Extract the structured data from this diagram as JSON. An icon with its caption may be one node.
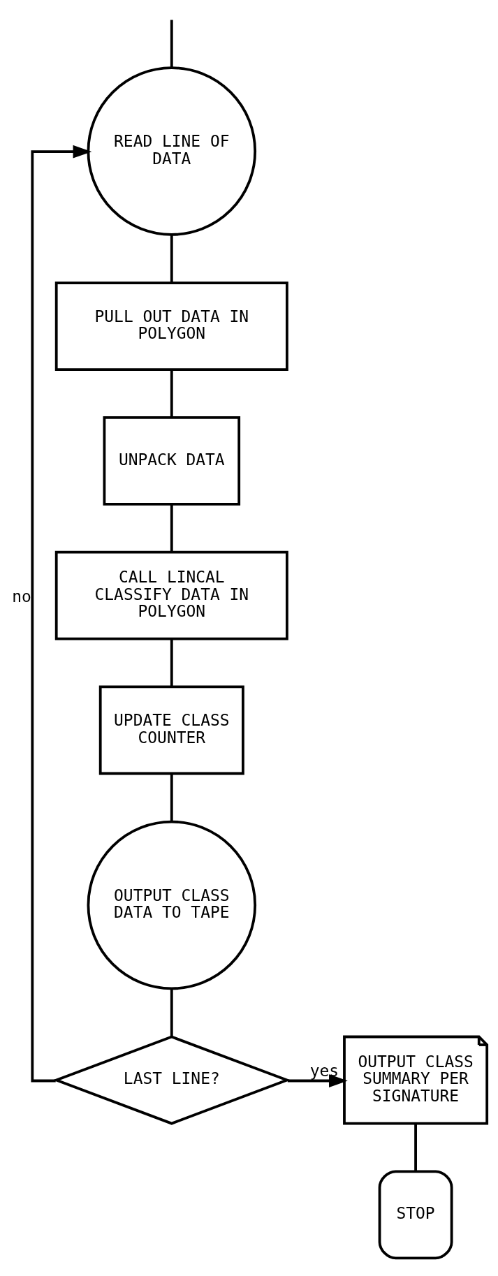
{
  "diagram": {
    "nodes": [
      {
        "text": [
          "READ LINE OF DATA"
        ]
      },
      {
        "text": [
          "PULL OUT DATA IN POLYGON"
        ]
      },
      {
        "text": [
          "UNPACK DATA"
        ]
      },
      {
        "text": [
          "CALL LINCAL CLASSIFY DATA IN POLYGON"
        ]
      },
      {
        "text": [
          "UPDATE CLASS COUNTER"
        ]
      },
      {
        "text": [
          "OUTPUT CLASS DATA TO TAPE"
        ]
      },
      {
        "text": [
          "LAST LINE?"
        ]
      },
      {
        "text": [
          "OUTPUT CLASS SUMMARY PER SIGNATURE"
        ]
      },
      {
        "text": [
          "STOP"
        ]
      }
    ],
    "edges": [
      {
        "from": null,
        "to": 0,
        "arrow": "none"
      },
      {
        "from": 0,
        "to": 1,
        "arrow": "none"
      },
      {
        "from": 1,
        "to": 2,
        "arrow": "none"
      },
      {
        "from": 2,
        "to": 3,
        "arrow": "none"
      },
      {
        "from": 3,
        "to": 4,
        "arrow": "none"
      },
      {
        "from": 4,
        "to": 5,
        "arrow": "none"
      },
      {
        "from": 5,
        "to": 6,
        "arrow": "none"
      },
      {
        "from": 6,
        "to": 0,
        "arrow": "to",
        "label": "no"
      },
      {
        "from": 6,
        "to": 7,
        "arrow": "to",
        "label": "yes"
      },
      {
        "from": 7,
        "to": 8,
        "arrow": "none"
      }
    ]
  }
}
